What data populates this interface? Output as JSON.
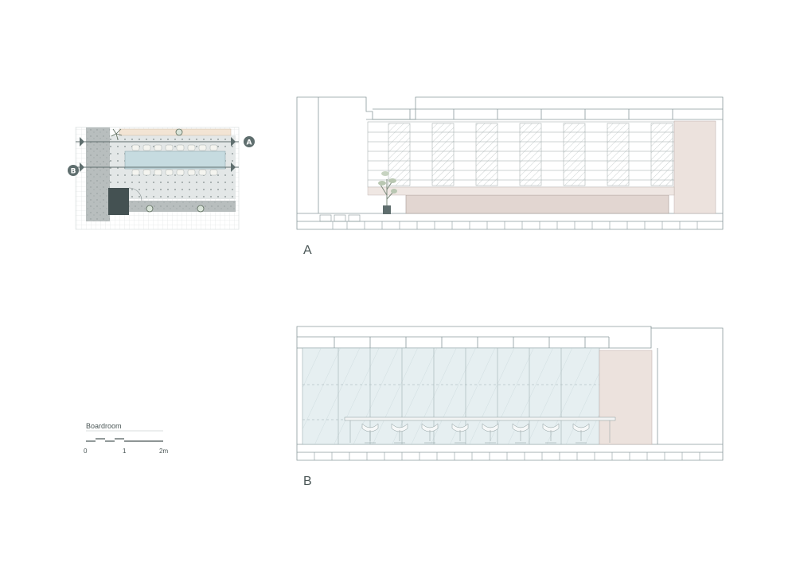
{
  "plan": {
    "section_a_tag": "A",
    "section_b_tag": "B"
  },
  "elevation_a": {
    "label": "A"
  },
  "elevation_b": {
    "label": "B"
  },
  "scale": {
    "title": "Boardroom",
    "ticks": [
      "0",
      "1",
      "2m"
    ]
  },
  "colors": {
    "line": "#8a9a9c",
    "marker": "#5f6e6e",
    "pink_panel": "#e7dcd8",
    "glass": "#e4eef0",
    "table_plan": "#c9dde0",
    "plan_floor": "#dfe3e3",
    "plan_grey": "#b9bfbf"
  }
}
